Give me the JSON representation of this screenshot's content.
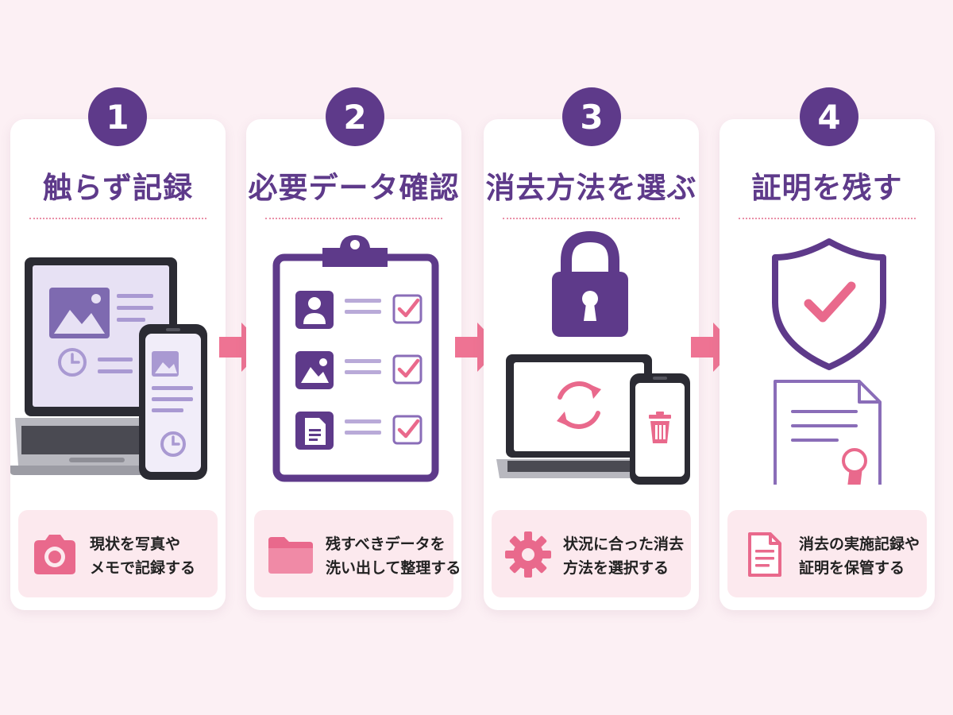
{
  "colors": {
    "background": "#fcf0f4",
    "purple": "#5e3a8a",
    "pink": "#e9698c",
    "caption_bg": "#fce9ee"
  },
  "steps": [
    {
      "number": "1",
      "title": "触らず記録",
      "caption_line1": "現状を写真や",
      "caption_line2": "メモで記録する",
      "illustration": "laptop-phone-icon",
      "caption_icon": "camera-icon"
    },
    {
      "number": "2",
      "title": "必要データ確認",
      "caption_line1": "残すべきデータを",
      "caption_line2": "洗い出して整理する",
      "illustration": "clipboard-checklist-icon",
      "caption_icon": "folder-icon"
    },
    {
      "number": "3",
      "title": "消去方法を選ぶ",
      "caption_line1": "状況に合った消去",
      "caption_line2": "方法を選択する",
      "illustration": "lock-devices-icon",
      "caption_icon": "gear-icon"
    },
    {
      "number": "4",
      "title": "証明を残す",
      "caption_line1": "消去の実施記録や",
      "caption_line2": "証明を保管する",
      "illustration": "shield-certificate-icon",
      "caption_icon": "document-icon"
    }
  ]
}
